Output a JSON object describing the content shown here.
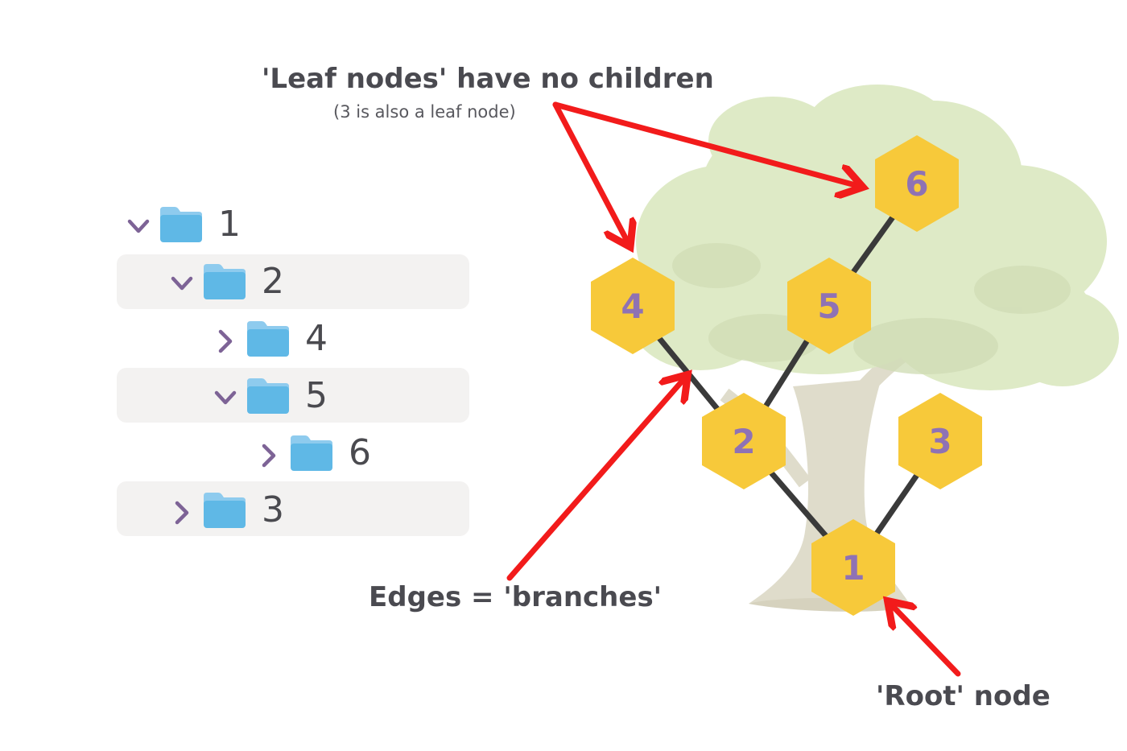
{
  "annotations": {
    "leaf_title": "'Leaf nodes' have no children",
    "leaf_note": "(3 is also a leaf node)",
    "edges": "Edges = 'branches'",
    "root": "'Root' node"
  },
  "folder_tree": [
    {
      "label": "1",
      "depth": 0,
      "expanded": true
    },
    {
      "label": "2",
      "depth": 1,
      "expanded": true
    },
    {
      "label": "4",
      "depth": 2,
      "expanded": false
    },
    {
      "label": "5",
      "depth": 2,
      "expanded": true
    },
    {
      "label": "6",
      "depth": 3,
      "expanded": false
    },
    {
      "label": "3",
      "depth": 1,
      "expanded": false
    }
  ],
  "graph": {
    "nodes": [
      {
        "id": "1",
        "label": "1"
      },
      {
        "id": "2",
        "label": "2"
      },
      {
        "id": "3",
        "label": "3"
      },
      {
        "id": "4",
        "label": "4"
      },
      {
        "id": "5",
        "label": "5"
      },
      {
        "id": "6",
        "label": "6"
      }
    ],
    "edges": [
      {
        "from": "1",
        "to": "2"
      },
      {
        "from": "1",
        "to": "3"
      },
      {
        "from": "2",
        "to": "4"
      },
      {
        "from": "2",
        "to": "5"
      },
      {
        "from": "5",
        "to": "6"
      }
    ]
  },
  "colors": {
    "hex_fill": "#f7c93a",
    "node_text": "#8f72b4",
    "edge": "#3a3a3a",
    "arrow": "#f21b1b",
    "folder": "#5fb8e6",
    "folder_tab": "#8ecbee",
    "chevron": "#7d6396",
    "caption_text": "#4a4a50",
    "tree_band": "#f3f2f1",
    "foliage": "#dde9c4",
    "trunk": "#dedbc9"
  },
  "icons": {
    "folder": "folder-icon",
    "chevron_expanded": "chevron-down-icon",
    "chevron_collapsed": "chevron-right-icon",
    "arrow": "arrow-icon",
    "tree_illustration": "tree-illustration"
  }
}
